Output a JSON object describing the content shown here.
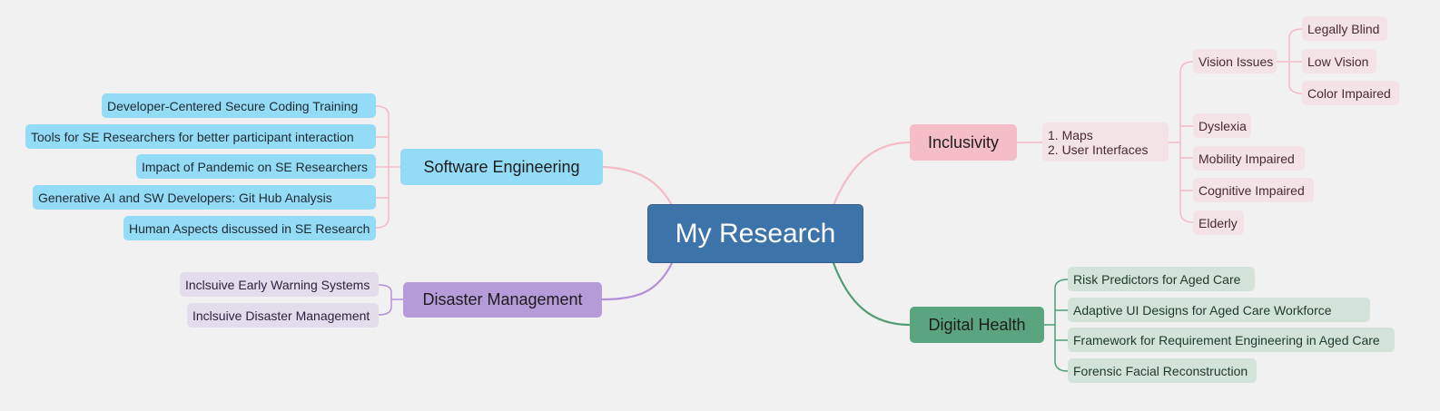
{
  "root": {
    "label": "My Research"
  },
  "software_engineering": {
    "label": "Software Engineering",
    "items": [
      "Developer-Centered Secure Coding Training",
      "Tools for SE Researchers for better participant interaction",
      "Impact of Pandemic on SE Researchers",
      "Generative AI and SW Developers: Git Hub Analysis",
      "Human Aspects discussed in SE Research"
    ]
  },
  "disaster_management": {
    "label": "Disaster Management",
    "items": [
      "Inclsuive Early Warning Systems",
      "Inclsuive Disaster Management"
    ]
  },
  "inclusivity": {
    "label": "Inclusivity",
    "focus": [
      "1. Maps",
      "2. User Interfaces"
    ],
    "items": [
      {
        "label": "Vision Issues",
        "children": [
          "Legally Blind",
          "Low Vision",
          "Color Impaired"
        ]
      },
      {
        "label": "Dyslexia"
      },
      {
        "label": "Mobility Impaired"
      },
      {
        "label": "Cognitive Impaired"
      },
      {
        "label": "Elderly"
      }
    ]
  },
  "digital_health": {
    "label": "Digital Health",
    "items": [
      "Risk Predictors for Aged Care",
      "Adaptive UI Designs for Aged Care Workforce",
      "Framework for Requirement Engineering in Aged Care",
      "Forensic Facial Reconstruction"
    ]
  },
  "colors": {
    "background": "#f1f1f1",
    "root": "#3c73a8",
    "software_engineering": "#94dcf6",
    "disaster_management": "#b69bd9",
    "inclusivity": "#f4bdc8",
    "digital_health": "#5aa57f",
    "link_pink": "#f3bcc6",
    "link_purple": "#b58fd9",
    "link_green": "#4f9e75"
  }
}
